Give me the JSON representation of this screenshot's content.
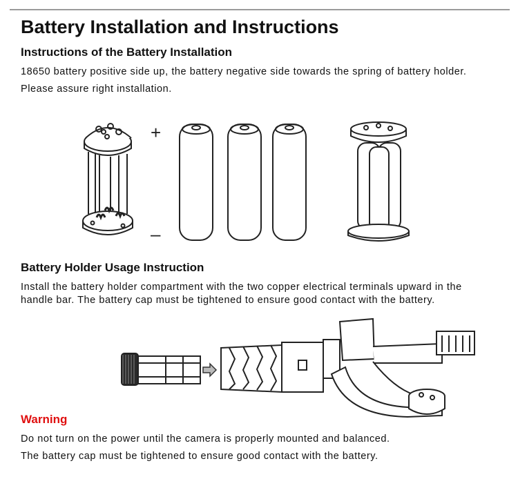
{
  "title": "Battery Installation and Instructions",
  "installation": {
    "heading": "Instructions of the Battery Installation",
    "line1": "18650 battery positive side up, the battery negative side towards the spring of battery holder.",
    "line2": "Please assure right installation.",
    "plus_symbol": "+",
    "minus_symbol": "–"
  },
  "holder_usage": {
    "heading": "Battery Holder Usage Instruction",
    "line1": "Install the battery holder compartment with the two copper electrical terminals upward in the",
    "line2": "handle bar. The battery cap must be tightened to ensure good contact with the battery."
  },
  "warning": {
    "heading": "Warning",
    "line1": "Do not turn on the power until the camera is properly mounted and balanced.",
    "line2": "The battery cap must be tightened to ensure good contact with the battery."
  },
  "colors": {
    "warning": "#e01010",
    "text": "#111111",
    "rule": "#9a9a9a"
  }
}
